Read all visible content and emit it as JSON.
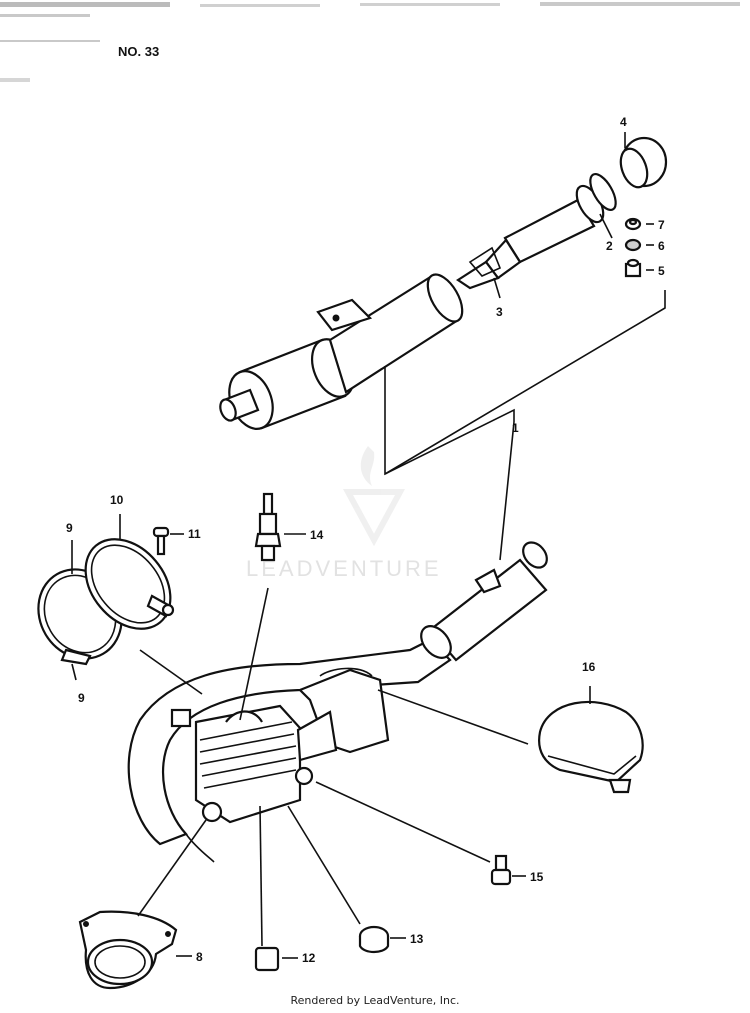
{
  "title": "NO. 33",
  "watermark": "LEADVENTURE",
  "footer": "Rendered by LeadVenture, Inc.",
  "callouts": {
    "c1": "1",
    "c2": "2",
    "c3": "3",
    "c4": "4",
    "c5": "5",
    "c6": "6",
    "c7": "7",
    "c8": "8",
    "c9a": "9",
    "c9b": "9",
    "c10": "10",
    "c11": "11",
    "c12": "12",
    "c13": "13",
    "c14": "14",
    "c15": "15",
    "c16": "16"
  }
}
